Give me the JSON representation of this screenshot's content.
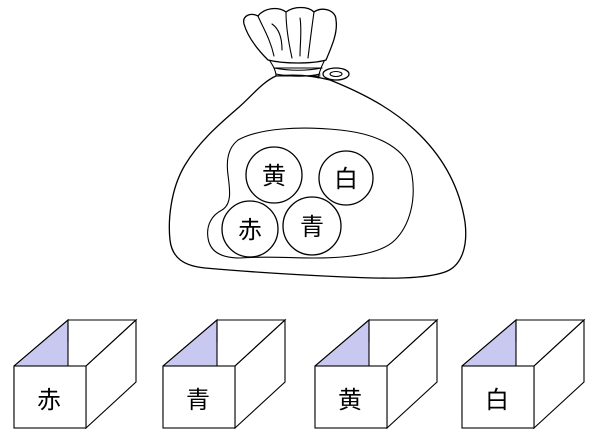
{
  "bag": {
    "balls": [
      {
        "name": "ball-yellow",
        "label": "黄"
      },
      {
        "name": "ball-white",
        "label": "白"
      },
      {
        "name": "ball-red",
        "label": "赤"
      },
      {
        "name": "ball-blue",
        "label": "青"
      }
    ]
  },
  "boxes": [
    {
      "name": "box-red",
      "label": "赤"
    },
    {
      "name": "box-blue",
      "label": "青"
    },
    {
      "name": "box-yellow",
      "label": "黄"
    },
    {
      "name": "box-white",
      "label": "白"
    }
  ],
  "colors": {
    "box_inner_fill": "#c8c8f0",
    "stroke": "#000000",
    "background": "#ffffff"
  }
}
